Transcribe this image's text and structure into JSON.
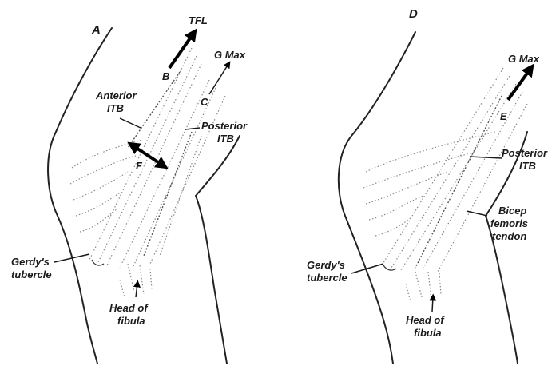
{
  "left_panel": {
    "panel_letter": "A",
    "labels": {
      "tfl": "TFL",
      "gmax": "G Max",
      "b": "B",
      "c": "C",
      "anterior_itb_1": "Anterior",
      "anterior_itb_2": "ITB",
      "posterior_itb_1": "Posterior",
      "posterior_itb_2": "ITB",
      "f": "F",
      "gerdys_1": "Gerdy's",
      "gerdys_2": "tubercle",
      "head_fibula_1": "Head of",
      "head_fibula_2": "fibula"
    }
  },
  "right_panel": {
    "panel_letter": "D",
    "labels": {
      "gmax": "G Max",
      "e": "E",
      "posterior_itb_1": "Posterior",
      "posterior_itb_2": "ITB",
      "bicep_1": "Bicep",
      "bicep_2": "femoris",
      "bicep_3": "tendon",
      "gerdys_1": "Gerdy's",
      "gerdys_2": "tubercle",
      "head_fibula_1": "Head of",
      "head_fibula_2": "fibula"
    }
  },
  "colors": {
    "ink": "#1a1a1a",
    "stipple": "#8a8a8a",
    "background": "#ffffff"
  }
}
